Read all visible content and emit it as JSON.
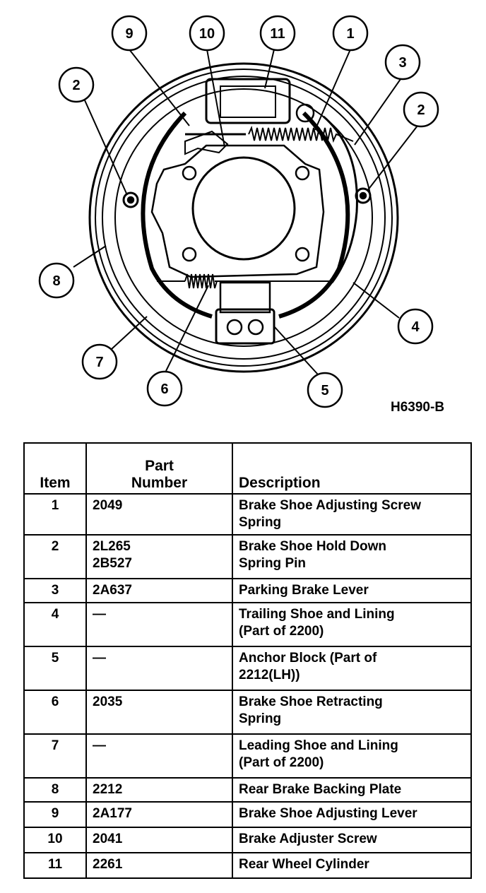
{
  "figure": {
    "code": "H6390-B",
    "callouts": [
      "1",
      "2",
      "2",
      "3",
      "4",
      "5",
      "6",
      "7",
      "8",
      "9",
      "10",
      "11"
    ]
  },
  "table": {
    "headers": {
      "item": "Item",
      "part_number": "Part\nNumber",
      "description": "Description"
    },
    "rows": [
      {
        "item": "1",
        "part_number": "2049",
        "description": "Brake Shoe Adjusting Screw\nSpring"
      },
      {
        "item": "2",
        "part_number": "2L265\n2B527",
        "description": "Brake Shoe Hold Down\nSpring Pin"
      },
      {
        "item": "3",
        "part_number": "2A637",
        "description": "Parking Brake Lever"
      },
      {
        "item": "4",
        "part_number": "—",
        "description": "Trailing Shoe and Lining\n(Part of 2200)"
      },
      {
        "item": "5",
        "part_number": "—",
        "description": "Anchor Block (Part of\n2212(LH))"
      },
      {
        "item": "6",
        "part_number": "2035",
        "description": "Brake Shoe Retracting\nSpring"
      },
      {
        "item": "7",
        "part_number": "—",
        "description": "Leading Shoe and Lining\n(Part of 2200)"
      },
      {
        "item": "8",
        "part_number": "2212",
        "description": "Rear Brake Backing Plate"
      },
      {
        "item": "9",
        "part_number": "2A177",
        "description": "Brake Shoe Adjusting Lever"
      },
      {
        "item": "10",
        "part_number": "2041",
        "description": "Brake Adjuster Screw"
      },
      {
        "item": "11",
        "part_number": "2261",
        "description": "Rear Wheel Cylinder"
      }
    ]
  }
}
